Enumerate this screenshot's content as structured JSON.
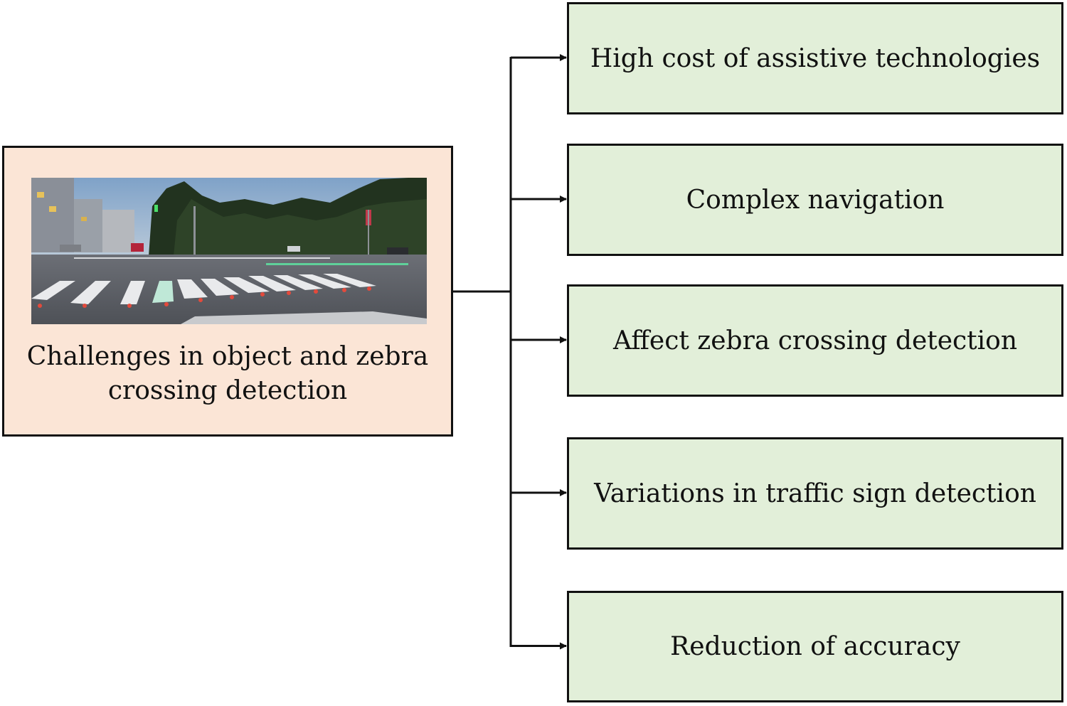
{
  "source": {
    "label": "Challenges in object  and zebra\ncrossing detection",
    "fill": "#fbe5d6",
    "photo": "street-zebra-crossing-photo"
  },
  "targets": [
    {
      "label": "High cost of assistive technologies"
    },
    {
      "label": "Complex navigation"
    },
    {
      "label": "Affect zebra crossing detection"
    },
    {
      "label": "Variations in traffic sign detection"
    },
    {
      "label": "Reduction of accuracy"
    }
  ],
  "colors": {
    "target_fill": "#e2efd9",
    "stroke": "#111111"
  }
}
